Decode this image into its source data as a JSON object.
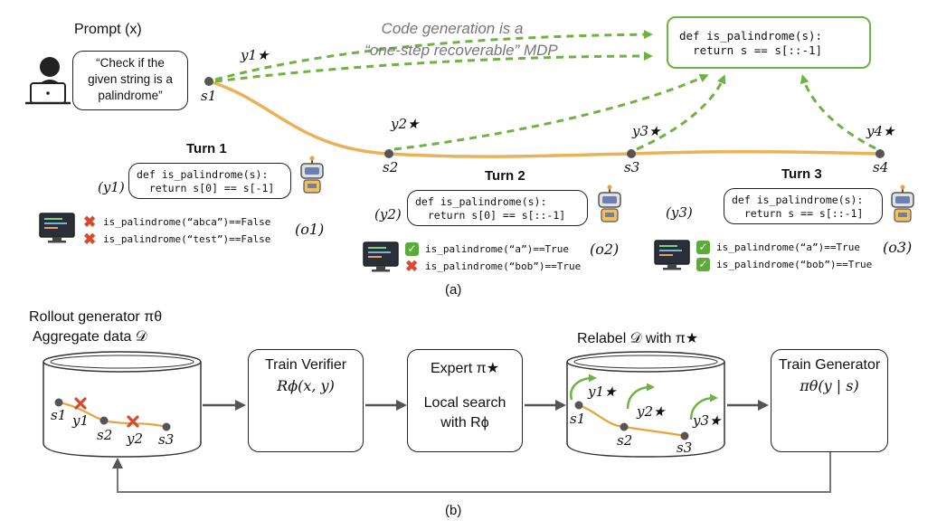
{
  "panel_a": {
    "prompt_label": "Prompt (x)",
    "prompt_text": "“Check if the\ngiven string is a\npalindrome”",
    "mdp_line1": "Code generation is a",
    "mdp_line2": "“one-step recoverable” MDP",
    "final_code": "def is_palindrome(s):\n  return s == s[::-1]",
    "states": [
      "s1",
      "s2",
      "s3",
      "s4"
    ],
    "star_actions": [
      "y1★",
      "y2★",
      "y3★",
      "y4★"
    ],
    "turns": [
      {
        "title": "Turn 1",
        "action": "(y1)",
        "code": "def is_palindrome(s):\n  return s[0] == s[-1]",
        "obs": "(o1)",
        "tests": [
          {
            "status": "fail",
            "text": "is_palindrome(“abca”)==False"
          },
          {
            "status": "fail",
            "text": "is_palindrome(“test”)==False"
          }
        ]
      },
      {
        "title": "Turn 2",
        "action": "(y2)",
        "code": "def is_palindrome(s):\n  return s[0] == s[::-1]",
        "obs": "(o2)",
        "tests": [
          {
            "status": "pass",
            "text": "is_palindrome(“a”)==True"
          },
          {
            "status": "fail",
            "text": "is_palindrome(“bob”)==True"
          }
        ]
      },
      {
        "title": "Turn 3",
        "action": "(y3)",
        "code": "def is_palindrome(s):\n  return s == s[::-1]",
        "obs": "(o3)",
        "tests": [
          {
            "status": "pass",
            "text": "is_palindrome(“a”)==True"
          },
          {
            "status": "pass",
            "text": "is_palindrome(“bob”)==True"
          }
        ]
      }
    ],
    "caption": "(a)"
  },
  "panel_b": {
    "rollout_line1": "Rollout generator πθ",
    "rollout_line2": "Aggregate data 𝒟",
    "db1_states": [
      "s1",
      "s2",
      "s3"
    ],
    "db1_actions": [
      "y1",
      "y2"
    ],
    "verifier_title": "Train Verifier",
    "verifier_formula": "Rϕ(x, y)",
    "expert_title": "Expert π★",
    "expert_line1": "Local search",
    "expert_line2": "with Rϕ",
    "relabel_label": "Relabel 𝒟 with π★",
    "db2_states": [
      "s1",
      "s2",
      "s3"
    ],
    "db2_actions": [
      "y1★",
      "y2★",
      "y3★"
    ],
    "generator_title": "Train Generator",
    "generator_formula": "πθ(y | s)",
    "caption": "(b)"
  },
  "colors": {
    "trajectory": "#e8a33a",
    "recover_arrow": "#6db33f",
    "fail": "#d64a2e",
    "pass": "#5aac3a",
    "node": "#555555"
  }
}
